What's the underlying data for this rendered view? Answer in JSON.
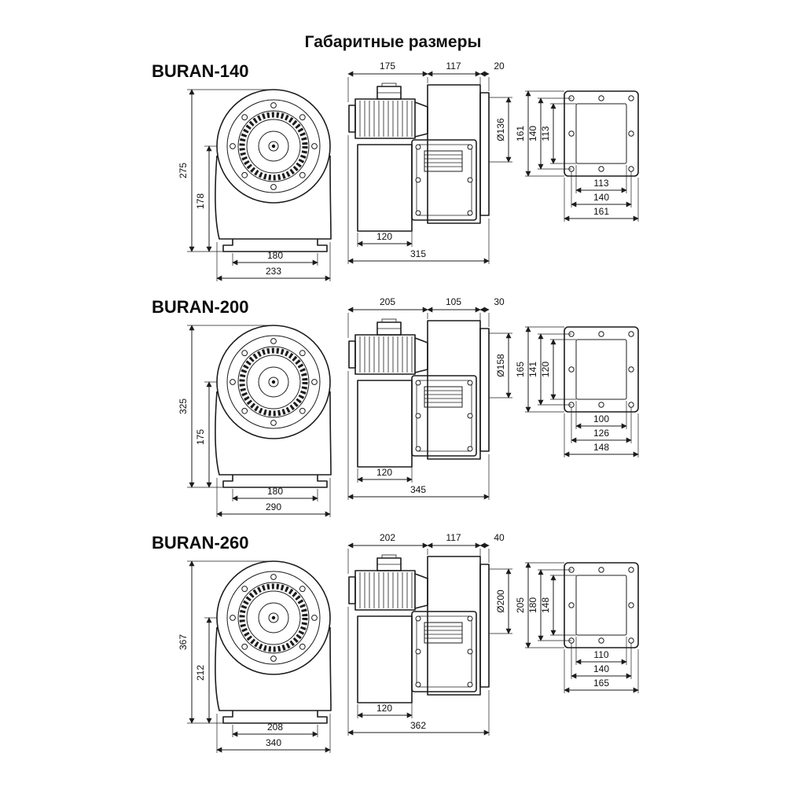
{
  "title": "Габаритные размеры",
  "colors": {
    "line": "#1c1c1c",
    "background": "#ffffff"
  },
  "models": [
    {
      "name": "BURAN-140",
      "front": {
        "height_total": "275",
        "height_axis": "178",
        "width_base": "180",
        "width_total": "233"
      },
      "side": {
        "len_motor": "175",
        "len_casing": "117",
        "len_flange": "20",
        "inlet_dia": "Ø136",
        "base_len": "120",
        "len_total": "315"
      },
      "flange": {
        "v_outer": "161",
        "v_bolts": "140",
        "v_inner": "113",
        "h_inner": "113",
        "h_bolts": "140",
        "h_outer": "161"
      }
    },
    {
      "name": "BURAN-200",
      "front": {
        "height_total": "325",
        "height_axis": "175",
        "width_base": "180",
        "width_total": "290"
      },
      "side": {
        "len_motor": "205",
        "len_casing": "105",
        "len_flange": "30",
        "inlet_dia": "Ø158",
        "base_len": "120",
        "len_total": "345"
      },
      "flange": {
        "v_outer": "165",
        "v_bolts": "141",
        "v_inner": "120",
        "h_inner": "100",
        "h_bolts": "126",
        "h_outer": "148"
      }
    },
    {
      "name": "BURAN-260",
      "front": {
        "height_total": "367",
        "height_axis": "212",
        "width_base": "208",
        "width_total": "340"
      },
      "side": {
        "len_motor": "202",
        "len_casing": "117",
        "len_flange": "40",
        "inlet_dia": "Ø200",
        "base_len": "120",
        "len_total": "362"
      },
      "flange": {
        "v_outer": "205",
        "v_bolts": "180",
        "v_inner": "148",
        "h_inner": "110",
        "h_bolts": "140",
        "h_outer": "165"
      }
    }
  ]
}
